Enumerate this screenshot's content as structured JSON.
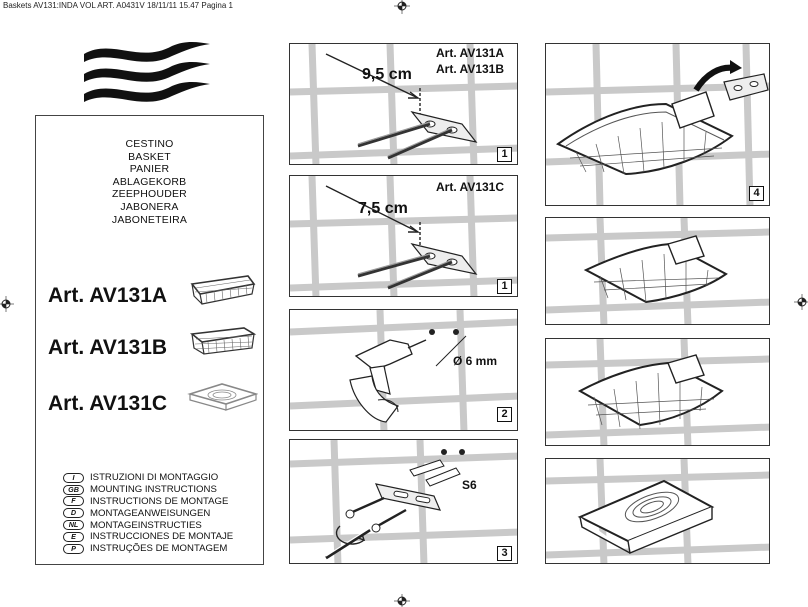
{
  "header": "Baskets AV131:INDA VOL ART. A0431V  18/11/11  15.47  Pagina 1",
  "product_names": [
    "CESTINO",
    "BASKET",
    "PANIER",
    "ABLAGEKORB",
    "ZEEPHOUDER",
    "JABONERA",
    "JABONETEIRA"
  ],
  "articles": [
    "Art. AV131A",
    "Art. AV131B",
    "Art. AV131C"
  ],
  "instructions": [
    {
      "code": "I",
      "text": "ISTRUZIONI DI MONTAGGIO"
    },
    {
      "code": "GB",
      "text": "MOUNTING INSTRUCTIONS"
    },
    {
      "code": "F",
      "text": "INSTRUCTIONS DE MONTAGE"
    },
    {
      "code": "D",
      "text": "MONTAGEANWEISUNGEN"
    },
    {
      "code": "NL",
      "text": "MONTAGEINSTRUCTIES"
    },
    {
      "code": "E",
      "text": "INSTRUCCIONES DE MONTAJE"
    },
    {
      "code": "P",
      "text": "INSTRUÇÕES DE MONTAGEM"
    }
  ],
  "steps": {
    "s1": {
      "art_a": "Art. AV131A",
      "art_b": "Art. AV131B",
      "dim": "9,5 cm",
      "num": "1"
    },
    "s2": {
      "art": "Art. AV131C",
      "dim": "7,5 cm",
      "num": "1"
    },
    "s3": {
      "drill": "Ø 6 mm",
      "num": "2"
    },
    "s4": {
      "plug": "S6",
      "num": "3"
    },
    "s5": {
      "num": "4"
    }
  }
}
